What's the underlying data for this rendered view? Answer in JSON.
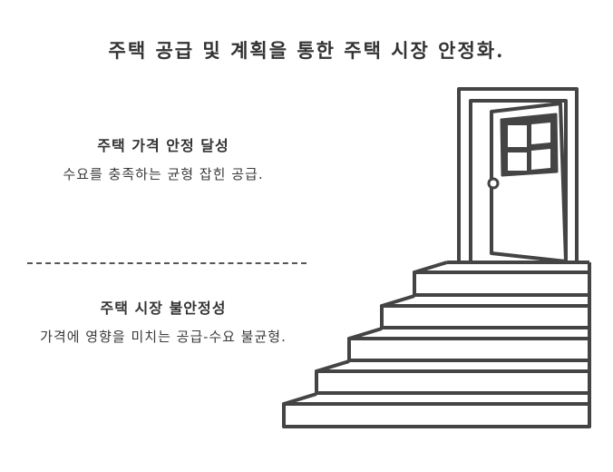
{
  "title": "주택 공급 및 계획을 통한 주택 시장 안정화.",
  "blocks": [
    {
      "heading": "주택 가격 안정 달성",
      "text": "수요를 충족하는 균형 잡힌 공급."
    },
    {
      "heading": "주택 시장 불안정성",
      "text": "가격에 영향을 미치는 공급-수요 불균형."
    }
  ],
  "illustration": {
    "icons": [
      "open-door-icon",
      "staircase-icon"
    ],
    "stroke_color": "#444444",
    "step_count": 5
  }
}
